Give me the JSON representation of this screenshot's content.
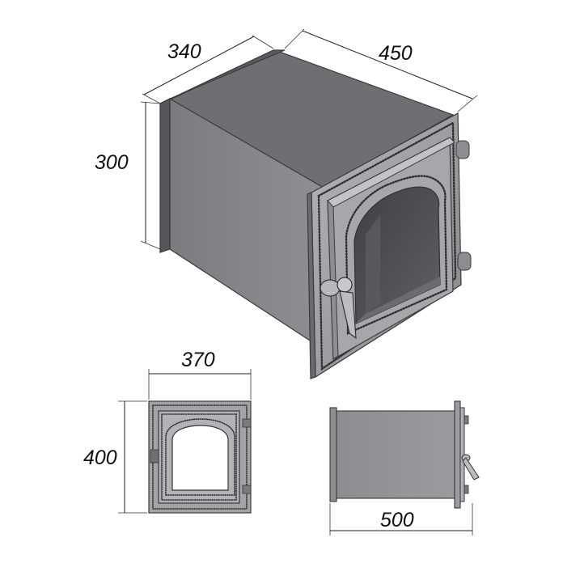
{
  "dimensions": {
    "depth_top": "340",
    "length_top": "450",
    "height_side": "300",
    "front_width": "370",
    "front_height": "400",
    "side_length": "500"
  },
  "colors": {
    "body_side": "#8a8b8e",
    "body_front_dark": "#5e5f63",
    "body_top": "#6f7074",
    "frame": "#9fa0a3",
    "door": "#a9aaad",
    "glass": "#4f5054",
    "line": "#222222"
  }
}
